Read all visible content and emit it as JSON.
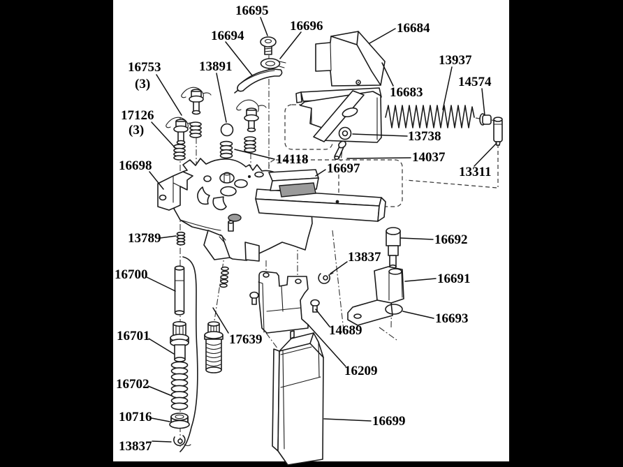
{
  "page": {
    "background_color": "#000000",
    "paper_color": "#ffffff",
    "line_color": "#1a1a1a"
  },
  "diagram": {
    "kind": "exploded-parts-diagram",
    "parts": [
      {
        "id": "16695",
        "text": "16695"
      },
      {
        "id": "16696",
        "text": "16696"
      },
      {
        "id": "16694",
        "text": "16694"
      },
      {
        "id": "16684",
        "text": "16684"
      },
      {
        "id": "16753",
        "text": "16753",
        "qty": "(3)"
      },
      {
        "id": "13891",
        "text": "13891"
      },
      {
        "id": "13937",
        "text": "13937"
      },
      {
        "id": "14574",
        "text": "14574"
      },
      {
        "id": "16683",
        "text": "16683"
      },
      {
        "id": "17126",
        "text": "17126",
        "qty": "(3)"
      },
      {
        "id": "13738",
        "text": "13738"
      },
      {
        "id": "14118",
        "text": "14118"
      },
      {
        "id": "16698",
        "text": "16698"
      },
      {
        "id": "14037",
        "text": "14037"
      },
      {
        "id": "16697",
        "text": "16697"
      },
      {
        "id": "13311",
        "text": "13311"
      },
      {
        "id": "13789",
        "text": "13789"
      },
      {
        "id": "16692",
        "text": "16692"
      },
      {
        "id": "13837-upper",
        "text": "13837"
      },
      {
        "id": "16700",
        "text": "16700"
      },
      {
        "id": "16691",
        "text": "16691"
      },
      {
        "id": "16693",
        "text": "16693"
      },
      {
        "id": "14689",
        "text": "14689"
      },
      {
        "id": "16701",
        "text": "16701"
      },
      {
        "id": "17639",
        "text": "17639"
      },
      {
        "id": "16209",
        "text": "16209"
      },
      {
        "id": "16702",
        "text": "16702"
      },
      {
        "id": "10716",
        "text": "10716"
      },
      {
        "id": "16699",
        "text": "16699"
      },
      {
        "id": "13837-lower",
        "text": "13837"
      }
    ]
  }
}
